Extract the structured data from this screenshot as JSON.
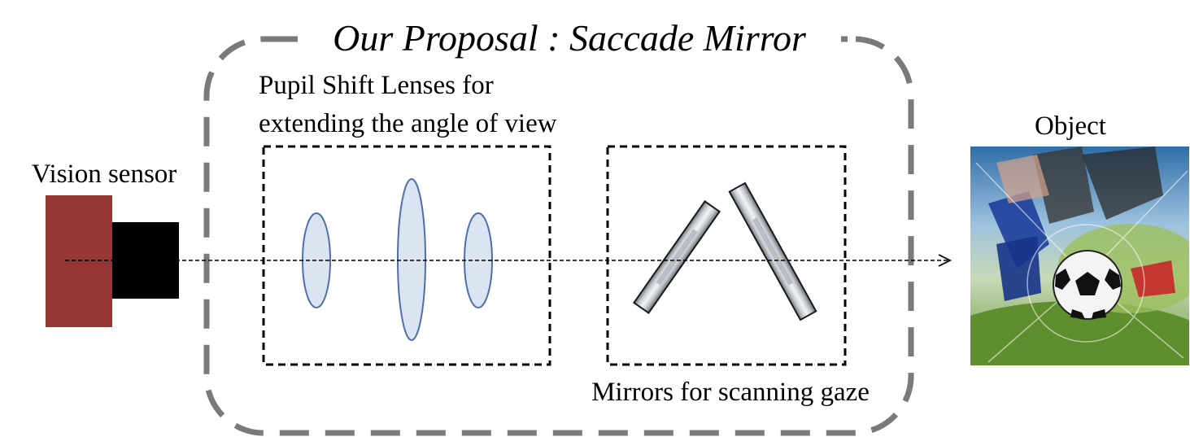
{
  "title": "Our Proposal : Saccade Mirror",
  "labels": {
    "vision_sensor": "Vision sensor",
    "lenses_line1": "Pupil Shift Lenses for",
    "lenses_line2": "extending the angle of view",
    "mirrors": "Mirrors for scanning gaze",
    "object": "Object"
  },
  "colors": {
    "proposal_border": "#7a7a7a",
    "sensor_body": "#943634",
    "sensor_lens": "#000000",
    "lens_fill": "#dbe5f1",
    "lens_stroke": "#4f6fa8",
    "box_border": "#000000",
    "optical_axis": "#000000"
  },
  "icons": {
    "object_image": "soccer-ball-photo",
    "axis_arrow": "arrow-right-icon"
  }
}
